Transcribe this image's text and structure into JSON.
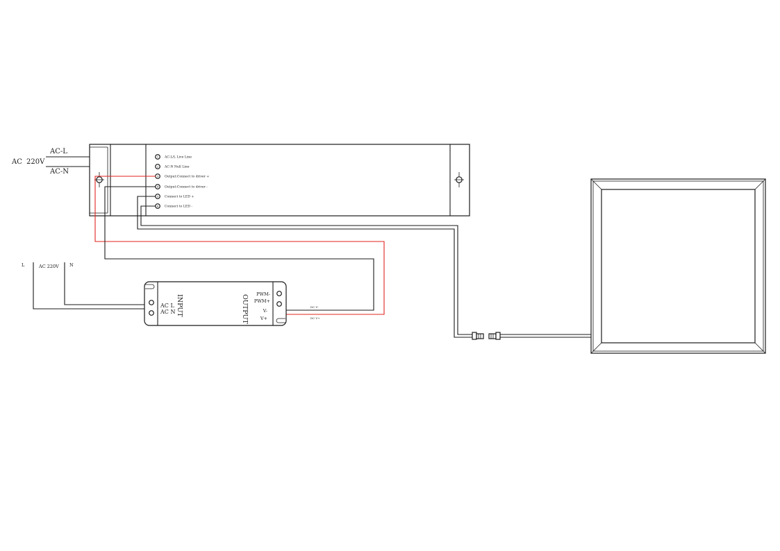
{
  "ac_input": {
    "ac_label": "AC",
    "voltage": "220V",
    "live": "AC-L",
    "neutral": "AC-N"
  },
  "emergency_module": {
    "terminals": [
      {
        "num": "1",
        "label": "AC-L/L Live Line"
      },
      {
        "num": "2",
        "label": "AC-N Null Line"
      },
      {
        "num": "3",
        "label": "Output:Connect to driver +"
      },
      {
        "num": "4",
        "label": "Output:Connect to driver -"
      },
      {
        "num": "5",
        "label": "Connect to LED +"
      },
      {
        "num": "6",
        "label": "Connect to LED -"
      }
    ]
  },
  "driver_supply": {
    "l": "L",
    "n": "N",
    "label": "AC 220V"
  },
  "driver": {
    "input_title": "INPUT",
    "output_title": "OUTPUT",
    "in_terms": [
      "AC L",
      "AC N"
    ],
    "out_terms": [
      "PWM-",
      "PWM+",
      "V-",
      "V+"
    ]
  },
  "dc_wires": {
    "neg": "DC V-",
    "pos": "DC V+"
  },
  "colors": {
    "line": "#1a1a1a",
    "red_wire": "#e0231c",
    "background": "#ffffff"
  }
}
